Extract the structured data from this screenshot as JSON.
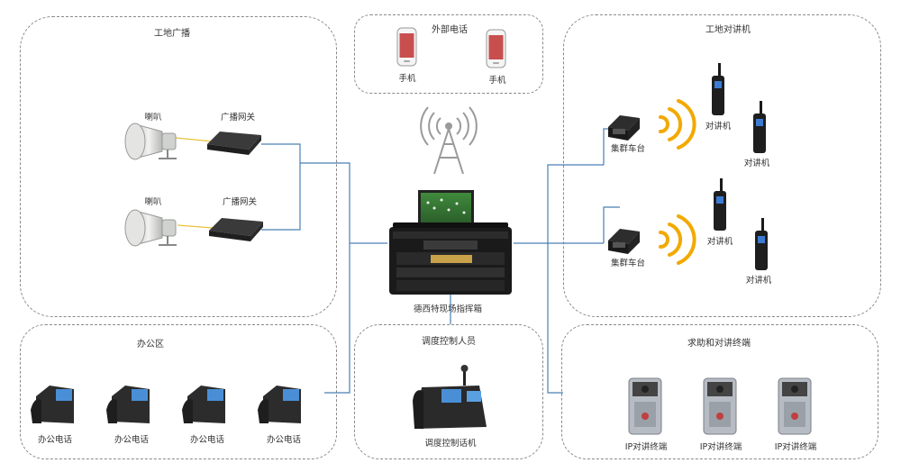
{
  "groups": {
    "broadcast": {
      "title": "工地广播"
    },
    "external": {
      "title": "外部电话"
    },
    "intercom": {
      "title": "工地对讲机"
    },
    "office": {
      "title": "办公区"
    },
    "dispatch": {
      "title": "调度控制人员"
    },
    "help": {
      "title": "求助和对讲终端"
    }
  },
  "broadcast": {
    "speaker_label_1": "喇叭",
    "gateway_label_1": "广播网关",
    "speaker_label_2": "喇叭",
    "gateway_label_2": "广播网关"
  },
  "external": {
    "phones": [
      "手机",
      "手机"
    ]
  },
  "intercom": {
    "car_label_1": "集群车台",
    "car_label_2": "集群车台",
    "radios": [
      "对讲机",
      "对讲机",
      "对讲机",
      "对讲机"
    ]
  },
  "center": {
    "label": "德西特现场指挥箱"
  },
  "office": {
    "phones": [
      "办公电话",
      "办公电话",
      "办公电话",
      "办公电话"
    ]
  },
  "dispatch": {
    "console_label": "调度控制话机"
  },
  "help": {
    "terminals": [
      "IP对讲终端",
      "IP对讲终端",
      "IP对讲终端"
    ]
  },
  "colors": {
    "wire_blue": "#4a7fb5",
    "wire_yellow": "#e8c23a",
    "signal_orange": "#f2a900",
    "dashed_border": "#8a8a8a"
  }
}
